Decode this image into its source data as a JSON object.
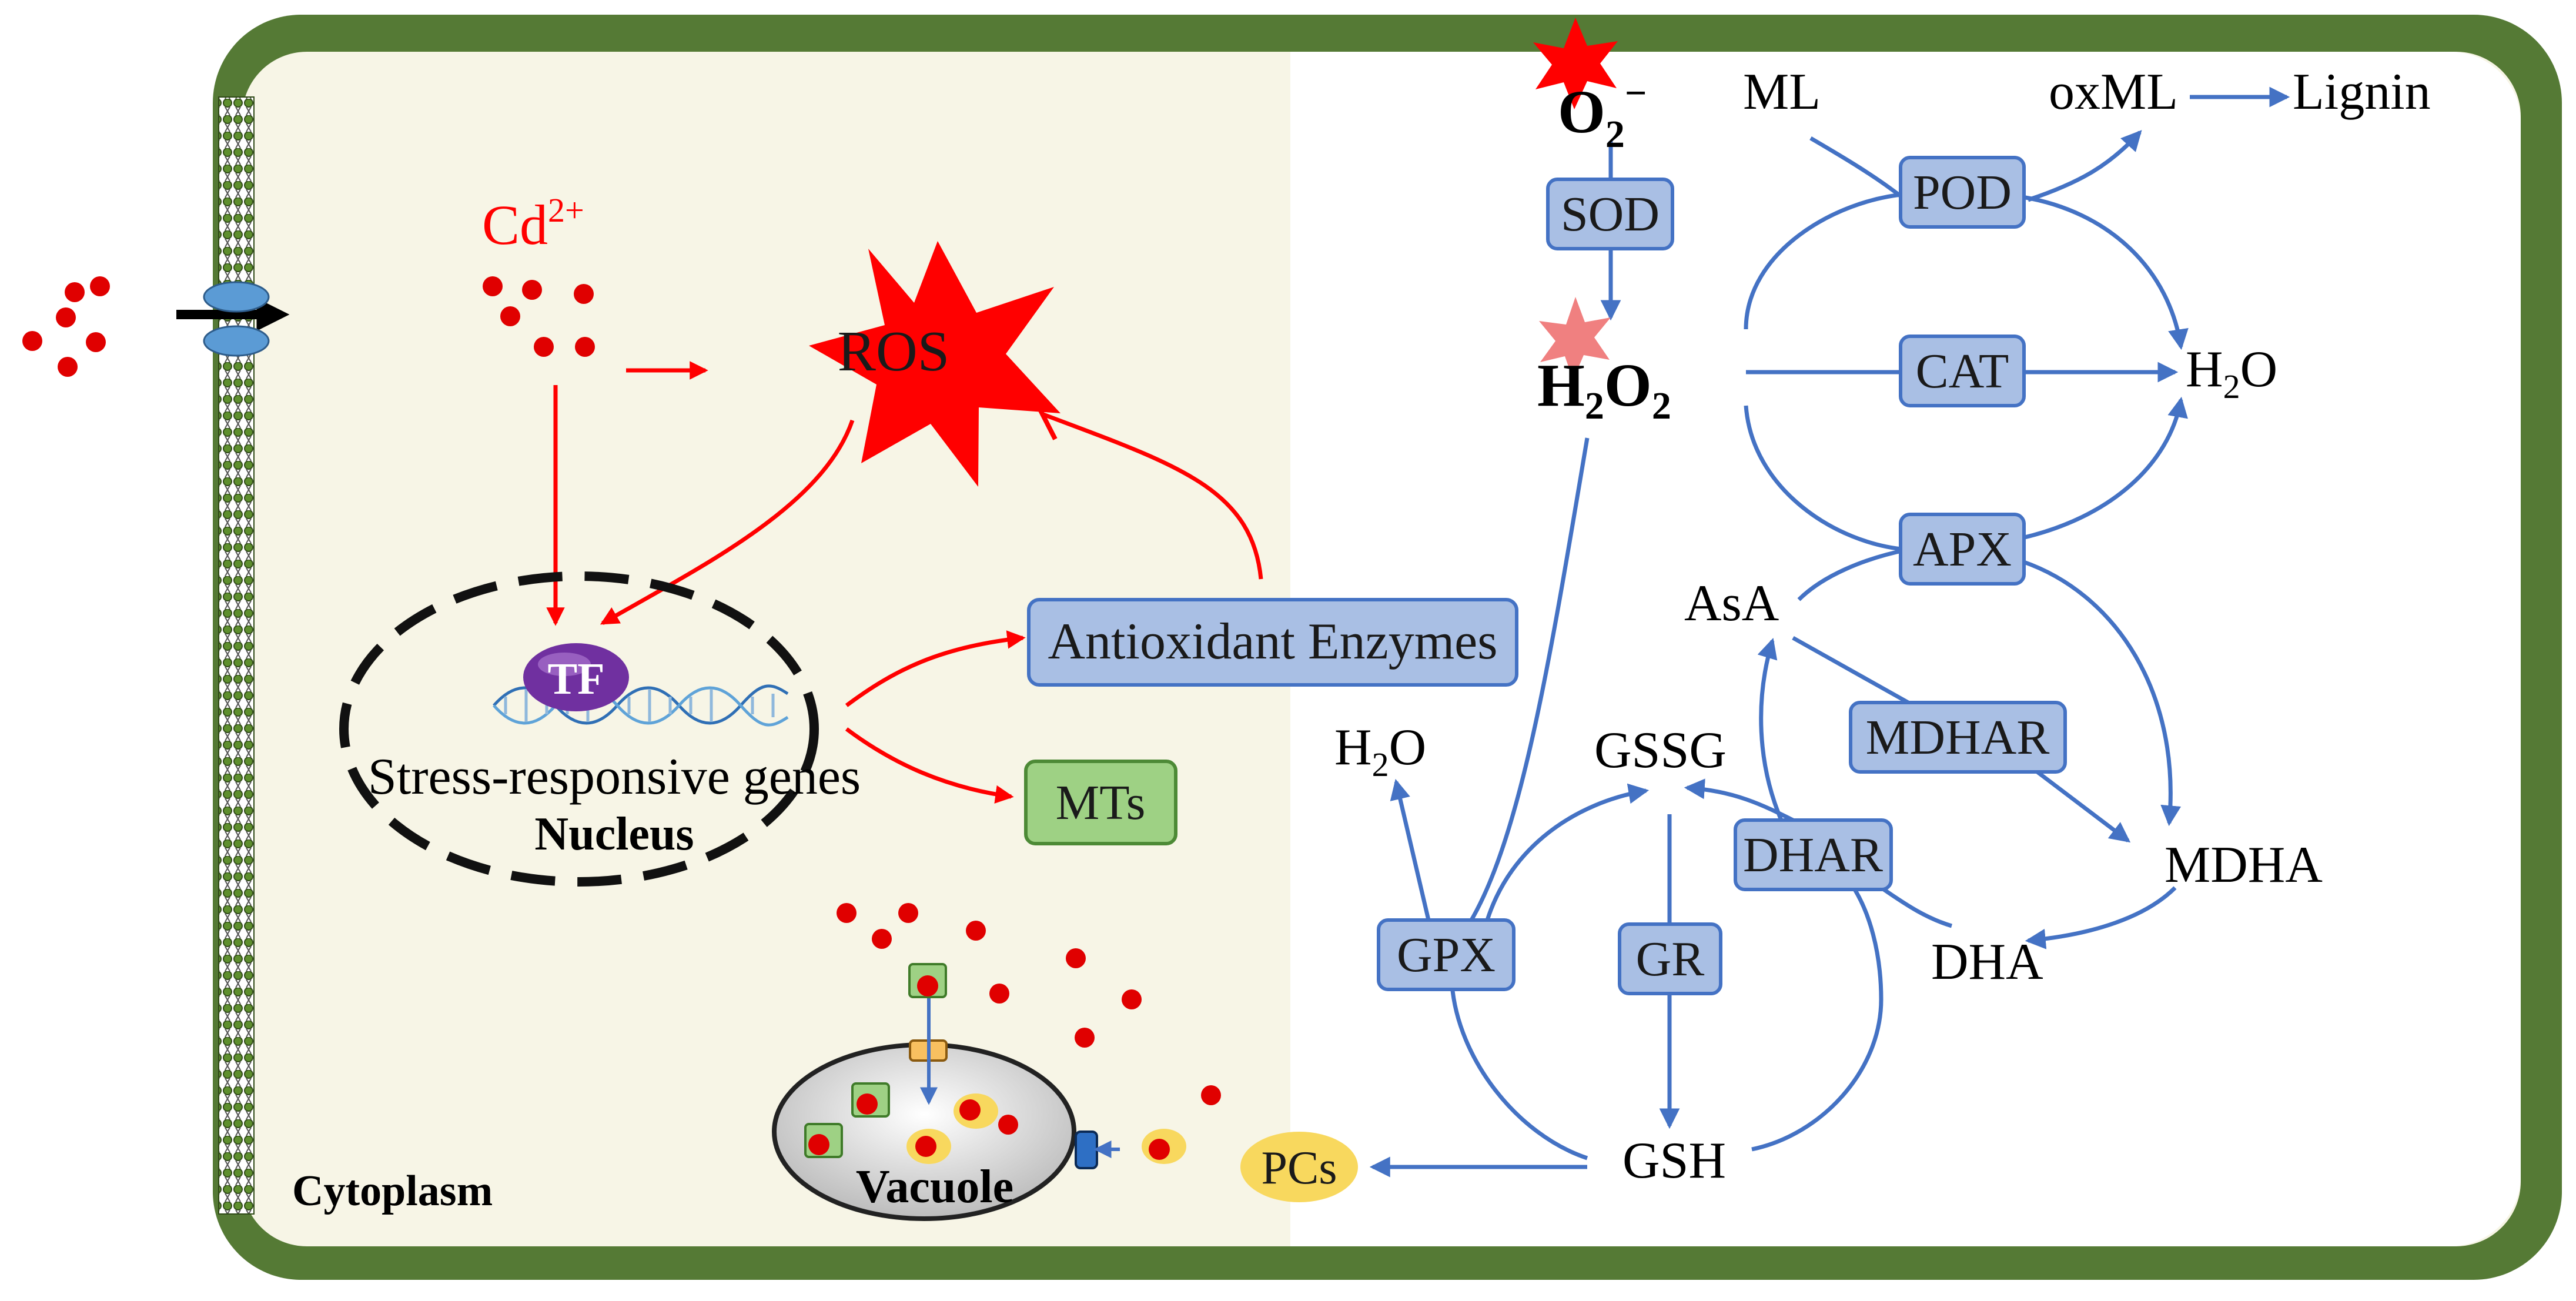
{
  "title": "",
  "cell": {
    "cytoplasm_label": "Cytoplasm",
    "nucleus_label": "Nucleus",
    "vacuole_label": "Vacuole",
    "genes_label": "Stress-responsive genes",
    "tf_label": "TF"
  },
  "signals": {
    "cd_base": "Cd",
    "cd_sup": "2+",
    "ros": "ROS"
  },
  "boxes": {
    "antioxidant": "Antioxidant Enzymes",
    "mts": "MTs",
    "pcs": "PCs"
  },
  "pathway": {
    "o2_base": "O",
    "o2_sub": "2",
    "o2_sup": "−",
    "h2o2_a": "H",
    "h2o2_b": "2",
    "h2o2_c": "O",
    "h2o2_d": "2",
    "h2o_a": "H",
    "h2o_b": "2",
    "h2o_c": "O",
    "ml": "ML",
    "oxml": "oxML",
    "lignin": "Lignin",
    "asa": "AsA",
    "gssg": "GSSG",
    "gsh": "GSH",
    "mdha": "MDHA",
    "dha": "DHA"
  },
  "enzymes": {
    "sod": "SOD",
    "pod": "POD",
    "cat": "CAT",
    "apx": "APX",
    "mdhar": "MDHAR",
    "dhar": "DHAR",
    "gr": "GR",
    "gpx": "GPX"
  },
  "colors": {
    "cell_wall": "#557a35",
    "cytoplasm": "#f7f5e6",
    "pathway_blue": "#4472c4",
    "enzyme_fill": "#a9bfe4",
    "signal_red": "#ff0000",
    "mt_green": "#9ed184",
    "pc_yellow": "#f8d85e",
    "tf_purple": "#7030a0"
  }
}
